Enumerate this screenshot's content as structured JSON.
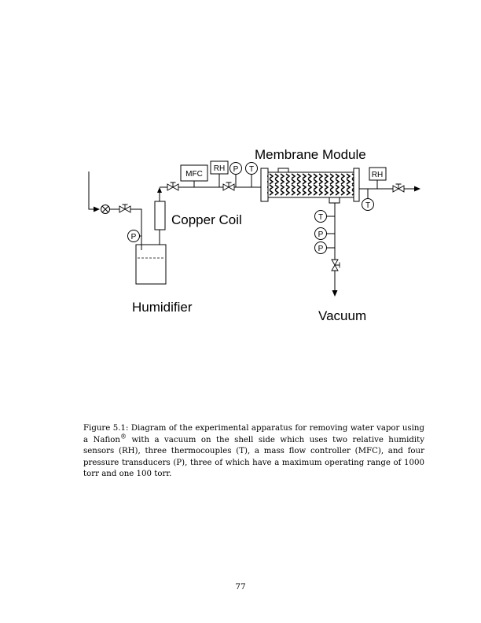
{
  "diagram": {
    "labels": {
      "membrane_module": "Membrane Module",
      "copper_coil": "Copper Coil",
      "humidifier": "Humidifier",
      "vacuum": "Vacuum"
    },
    "instruments": {
      "mfc": "MFC",
      "rh_inlet": "RH",
      "p_inlet": "P",
      "t_inlet": "T",
      "rh_outlet": "RH",
      "t_outlet": "T",
      "t_shell": "T",
      "p_shell_1": "P",
      "p_shell_2": "P",
      "p_humidifier": "P"
    }
  },
  "caption": {
    "prefix": "Figure 5.1: Diagram of the experimental apparatus for removing water vapor using a Nafion",
    "registered_mark": "®",
    "suffix": " with a vacuum on the shell side which uses two relative humidity sensors (RH), three thermocouples (T), a mass flow controller (MFC), and four pressure transducers (P), three of which have a maximum operating range of 1000 torr and one 100 torr."
  },
  "page_number": "77"
}
